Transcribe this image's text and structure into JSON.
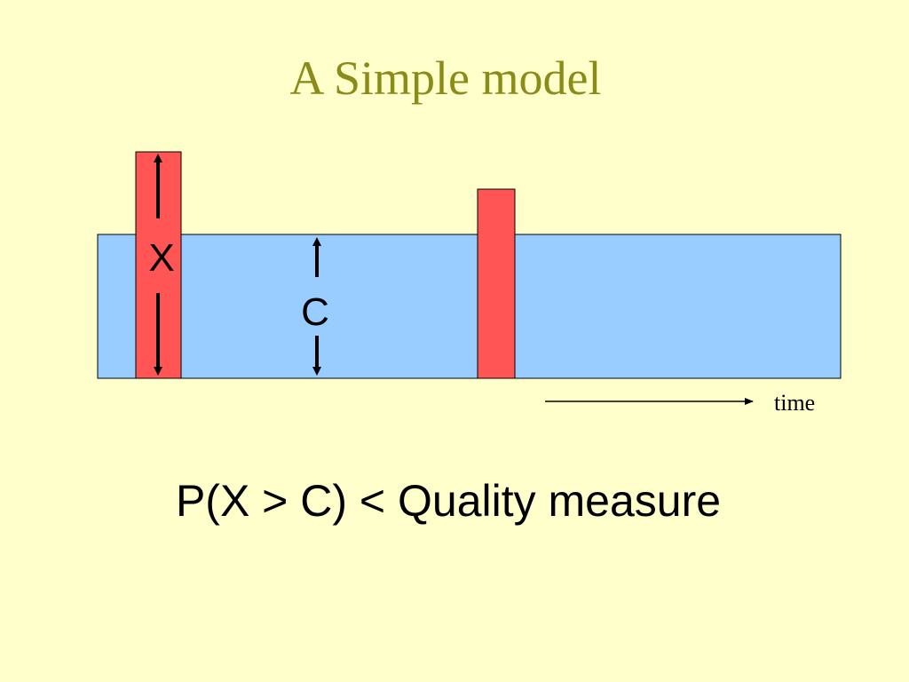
{
  "slide": {
    "title": "A Simple model",
    "formula": "P(X > C) < Quality measure"
  },
  "diagram": {
    "capacity_label": "C",
    "spike_label": "X",
    "time_label": "time",
    "colors": {
      "background": "#ffffcc",
      "capacity_band": "#99ccff",
      "spike": "#ff5555",
      "title": "#8b8b1a",
      "arrow": "#000000"
    },
    "icons": {
      "spike_arrow": "double-headed-arrow-icon",
      "capacity_arrow": "double-headed-arrow-icon",
      "time_arrow": "right-arrow-icon"
    }
  }
}
